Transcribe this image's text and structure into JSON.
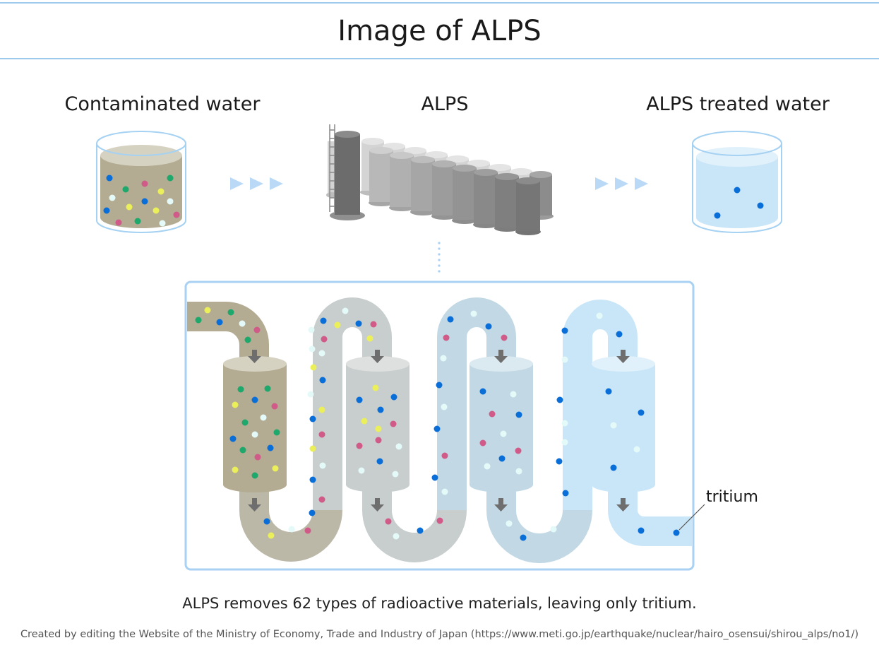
{
  "title": "Image of ALPS",
  "stages": {
    "contaminated": "Contaminated water",
    "alps": "ALPS",
    "treated": "ALPS treated water"
  },
  "annotation": "tritium",
  "caption": "ALPS removes 62 types of radioactive materials, leaving only tritium.",
  "credit": "Created by editing the Website of the Ministry of Economy, Trade and Industry of Japan (https://www.meti.go.jp/earthquake/nuclear/hairo_osensui/shirou_alps/no1/)",
  "colors": {
    "rule": "#9ccbee",
    "contaminated_water": "#b3ab92",
    "stage2_water": "#c8cdcd",
    "stage3_water": "#c2d9e5",
    "treated_water": "#c9e6f8",
    "frame": "#a9d1f3",
    "arrow": "#b9d9f6",
    "particle_blue": "#0a6ed8",
    "particle_pink": "#d05a88",
    "particle_green": "#1fa86b",
    "particle_yellow": "#eaef5a",
    "particle_white": "#e4faf8"
  }
}
